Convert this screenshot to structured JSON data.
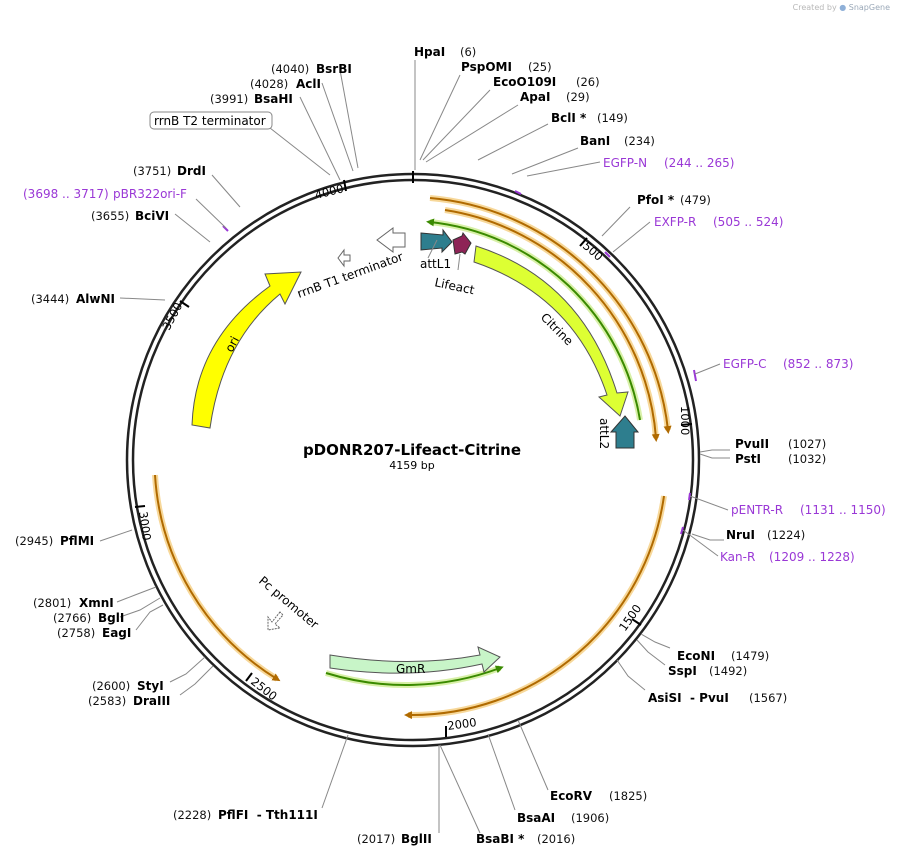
{
  "credit": {
    "prefix": "Created by",
    "brand": "SnapGene"
  },
  "plasmid": {
    "name": "pDONR207-Lifeact-Citrine",
    "length_label": "4159 bp",
    "length": 4159
  },
  "ticks": [
    "500",
    "1000",
    "1500",
    "2000",
    "2500",
    "3000",
    "3500",
    "4000"
  ],
  "enzymes": [
    {
      "name": "HpaI",
      "pos": "(6)"
    },
    {
      "name": "PspOMI",
      "pos": "(25)"
    },
    {
      "name": "EcoO109I",
      "pos": "(26)"
    },
    {
      "name": "ApaI",
      "pos": "(29)"
    },
    {
      "name": "BclI *",
      "pos": "(149)"
    },
    {
      "name": "BanI",
      "pos": "(234)"
    },
    {
      "name": "PfoI *",
      "pos": "(479)"
    },
    {
      "name": "PvuII",
      "pos": "(1027)"
    },
    {
      "name": "PstI",
      "pos": "(1032)"
    },
    {
      "name": "NruI",
      "pos": "(1224)"
    },
    {
      "name": "EcoNI",
      "pos": "(1479)"
    },
    {
      "name": "SspI",
      "pos": "(1492)"
    },
    {
      "name": "AsiSI  - PvuI",
      "pos": "(1567)"
    },
    {
      "name": "EcoRV",
      "pos": "(1825)"
    },
    {
      "name": "BsaAI",
      "pos": "(1906)"
    },
    {
      "name": "BsaBI *",
      "pos": "(2016)"
    },
    {
      "name": "BglII",
      "pos": "(2017)"
    },
    {
      "name": "PflFI  - Tth111I",
      "pos": "(2228)"
    },
    {
      "name": "DraIII",
      "pos": "(2583)"
    },
    {
      "name": "StyI",
      "pos": "(2600)"
    },
    {
      "name": "EagI",
      "pos": "(2758)"
    },
    {
      "name": "BglI",
      "pos": "(2766)"
    },
    {
      "name": "XmnI",
      "pos": "(2801)"
    },
    {
      "name": "PflMI",
      "pos": "(2945)"
    },
    {
      "name": "AlwNI",
      "pos": "(3444)"
    },
    {
      "name": "BciVI",
      "pos": "(3655)"
    },
    {
      "name": "DrdI",
      "pos": "(3751)"
    },
    {
      "name": "BsaHI",
      "pos": "(3991)"
    },
    {
      "name": "AclI",
      "pos": "(4028)"
    },
    {
      "name": "BsrBI",
      "pos": "(4040)"
    }
  ],
  "primers": [
    {
      "name": "EGFP-N",
      "range": "(244 .. 265)"
    },
    {
      "name": "EXFP-R",
      "range": "(505 .. 524)"
    },
    {
      "name": "EGFP-C",
      "range": "(852 .. 873)"
    },
    {
      "name": "pENTR-R",
      "range": "(1131 .. 1150)"
    },
    {
      "name": "Kan-R",
      "range": "(1209 .. 1228)"
    },
    {
      "name": "pBR322ori-F",
      "range": "(3698 .. 3717)"
    }
  ],
  "features": {
    "terminator_t2": "rrnB T2 terminator",
    "terminator_t1": "rrnB T1 terminator",
    "attL1": "attL1",
    "lifeact": "Lifeact",
    "citrine": "Citrine",
    "attL2": "attL2",
    "ori": "ori",
    "pc_promoter": "Pc promoter",
    "gmr": "GmR"
  },
  "colors": {
    "backbone": "#222222",
    "ori": "#ffff00",
    "citrine": "#ddff33",
    "att": "#2e7e8e",
    "lifeact": "#8e2356",
    "gmr": "#c8f5c8",
    "orf_orange": "#b06a00",
    "orf_glow": "#f7d89a",
    "orf_green": "#3a8a00",
    "orf_green_glow": "#d8f0a8",
    "primer": "#9a38d6"
  }
}
